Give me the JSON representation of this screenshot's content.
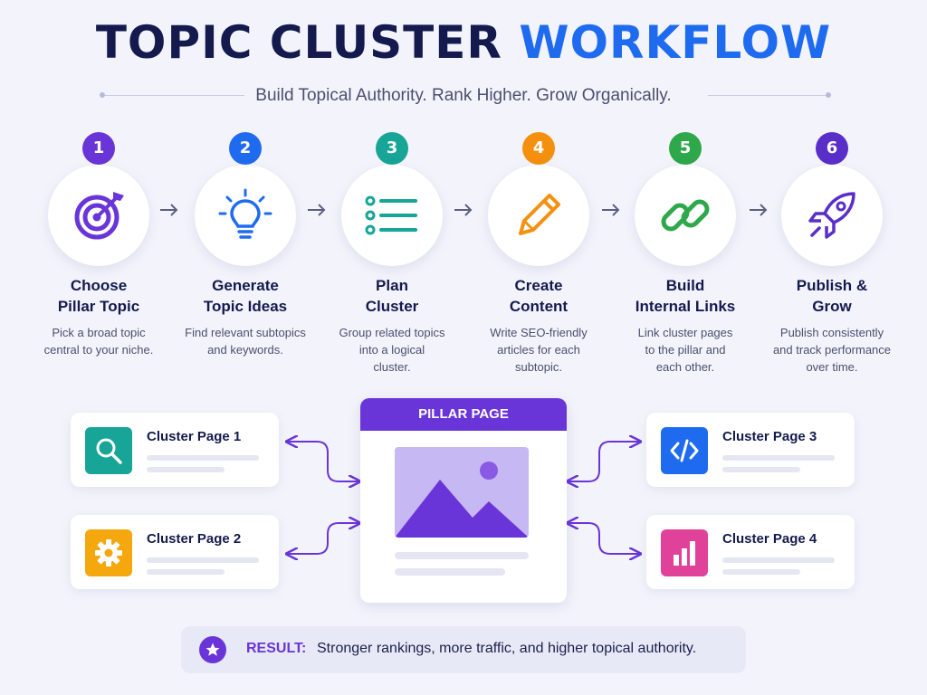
{
  "title": {
    "main": "TOPIC CLUSTER",
    "accent": "WORKFLOW"
  },
  "subtitle": "Build Topical Authority. Rank Higher. Grow Organically.",
  "colors": {
    "title": "#141a4e",
    "accent": "#1f6bf0",
    "purple": "#6a35d8",
    "blue": "#1f6bf0",
    "teal": "#16a596",
    "orange": "#f5900e",
    "green": "#2ea84a",
    "violet": "#5a2fc9"
  },
  "steps": [
    {
      "number": "1",
      "title_line1": "Choose",
      "title_line2": "Pillar Topic",
      "desc_line1": "Pick a broad topic",
      "desc_line2": "central to your niche.",
      "desc_line3": "",
      "icon": "target-icon",
      "color": "#6a35d8"
    },
    {
      "number": "2",
      "title_line1": "Generate",
      "title_line2": "Topic Ideas",
      "desc_line1": "Find relevant subtopics",
      "desc_line2": "and keywords.",
      "desc_line3": "",
      "icon": "lightbulb-icon",
      "color": "#1f6bf0"
    },
    {
      "number": "3",
      "title_line1": "Plan",
      "title_line2": "Cluster",
      "desc_line1": "Group related topics",
      "desc_line2": "into a logical",
      "desc_line3": "cluster.",
      "icon": "list-icon",
      "color": "#16a596"
    },
    {
      "number": "4",
      "title_line1": "Create",
      "title_line2": "Content",
      "desc_line1": "Write SEO-friendly",
      "desc_line2": "articles for each",
      "desc_line3": "subtopic.",
      "icon": "pencil-icon",
      "color": "#f5900e"
    },
    {
      "number": "5",
      "title_line1": "Build",
      "title_line2": "Internal Links",
      "desc_line1": "Link cluster pages",
      "desc_line2": "to the pillar and",
      "desc_line3": "each other.",
      "icon": "link-icon",
      "color": "#2ea84a"
    },
    {
      "number": "6",
      "title_line1": "Publish &",
      "title_line2": "Grow",
      "desc_line1": "Publish consistently",
      "desc_line2": "and track performance",
      "desc_line3": "over time.",
      "icon": "rocket-icon",
      "color": "#5a2fc9"
    }
  ],
  "pillar": {
    "label": "PILLAR PAGE"
  },
  "clusters": [
    {
      "label": "Cluster Page 1",
      "icon": "search-icon",
      "color": "#16a596"
    },
    {
      "label": "Cluster Page 2",
      "icon": "gear-icon",
      "color": "#f5a70e"
    },
    {
      "label": "Cluster Page 3",
      "icon": "code-icon",
      "color": "#1f6bf0"
    },
    {
      "label": "Cluster Page 4",
      "icon": "bar-chart-icon",
      "color": "#e0429a"
    }
  ],
  "result": {
    "label": "RESULT:",
    "text": "Stronger rankings, more traffic, and higher topical authority."
  }
}
